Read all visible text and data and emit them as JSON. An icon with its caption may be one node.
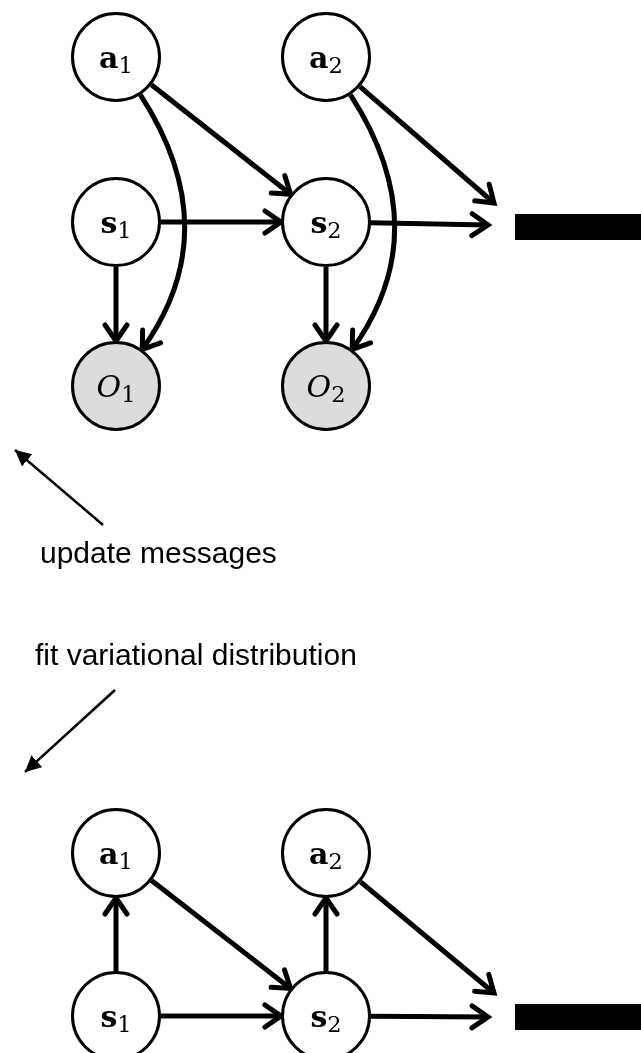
{
  "diagram": {
    "nodes": [
      {
        "text": [
          "**a**$_{1}$"
        ]
      },
      {
        "text": [
          "**a**$_{2}$"
        ]
      },
      {
        "text": [
          "**s**$_{1}$"
        ]
      },
      {
        "text": [
          "**s**$_{2}$"
        ]
      },
      {
        "text": [
          "*O*$_{1}$"
        ]
      },
      {
        "text": [
          "*O*$_{2}$"
        ]
      },
      {
        "text": [
          "update messages"
        ]
      },
      {
        "text": [
          "fit variational distribution"
        ]
      },
      {
        "text": [
          "**a**$_{1}$"
        ]
      },
      {
        "text": [
          "**a**$_{2}$"
        ]
      },
      {
        "text": [
          "**s**$_{1}$"
        ]
      },
      {
        "text": [
          "**s**$_{2}$"
        ]
      },
      {
        "text": [],
        "shape": "bar"
      },
      {
        "text": [],
        "shape": "bar"
      }
    ],
    "edges": [
      {
        "from": 0,
        "to": 3,
        "arrow": "to"
      },
      {
        "from": 0,
        "to": 4,
        "arrow": "to"
      },
      {
        "from": 2,
        "to": 3,
        "arrow": "to"
      },
      {
        "from": 2,
        "to": 4,
        "arrow": "to"
      },
      {
        "from": 1,
        "to": 12,
        "arrow": "to"
      },
      {
        "from": 1,
        "to": 5,
        "arrow": "to"
      },
      {
        "from": 3,
        "to": 12,
        "arrow": "to"
      },
      {
        "from": 3,
        "to": 5,
        "arrow": "to"
      },
      {
        "from": 6,
        "to": null,
        "arrow": "to"
      },
      {
        "from": 7,
        "to": null,
        "arrow": "to"
      },
      {
        "from": 10,
        "to": 8,
        "arrow": "to"
      },
      {
        "from": 8,
        "to": 11,
        "arrow": "to"
      },
      {
        "from": 10,
        "to": 11,
        "arrow": "to"
      },
      {
        "from": 11,
        "to": 9,
        "arrow": "to"
      },
      {
        "from": 9,
        "to": 13,
        "arrow": "to"
      },
      {
        "from": 11,
        "to": 13,
        "arrow": "to"
      }
    ]
  }
}
